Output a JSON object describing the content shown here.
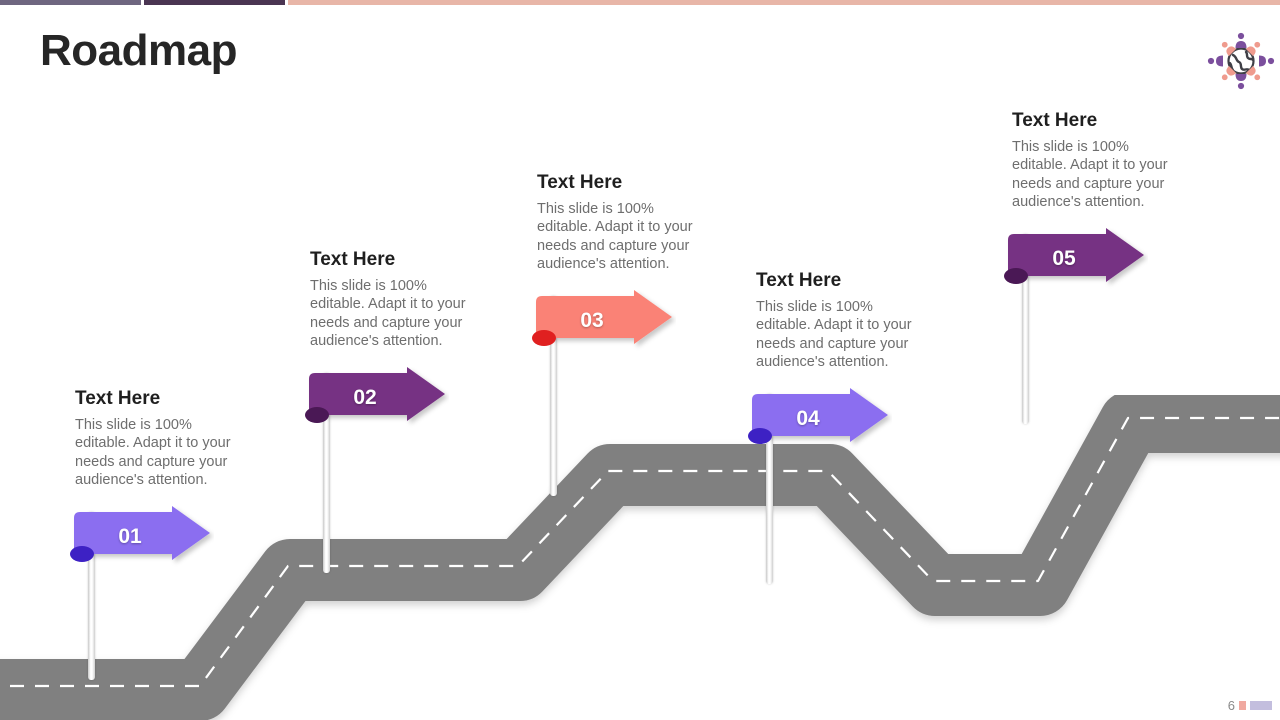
{
  "slide": {
    "title": "Roadmap",
    "page_number": "6",
    "background_color": "#ffffff"
  },
  "topbar": {
    "segments": [
      {
        "name": "segment-muted-purple",
        "color": "#6f6680"
      },
      {
        "name": "segment-dark-purple",
        "color": "#4a3552"
      },
      {
        "name": "segment-salmon",
        "color": "#e8b6a8"
      }
    ]
  },
  "logo": {
    "name": "globe-people-logo",
    "globe_color": "#3f3f46",
    "person_colors": [
      "#7b4f9d",
      "#ef9b8e"
    ]
  },
  "road": {
    "fill_color": "#808080",
    "dash_color": "#ffffff",
    "pole_color": "#f2f2f2"
  },
  "milestones": [
    {
      "number": "01",
      "heading": "Text Here",
      "body": "This slide is 100% editable. Adapt it to your needs and capture your audience's attention.",
      "flag_color": "#8b6ef0",
      "fold_color": "#3d21c4"
    },
    {
      "number": "02",
      "heading": "Text Here",
      "body": "This slide is 100% editable. Adapt it to your needs and capture your audience's attention.",
      "flag_color": "#763183",
      "fold_color": "#4a1855"
    },
    {
      "number": "03",
      "heading": "Text Here",
      "body": "This slide is 100% editable. Adapt it to your needs and capture your audience's attention.",
      "flag_color": "#fa8276",
      "fold_color": "#e02020"
    },
    {
      "number": "04",
      "heading": "Text Here",
      "body": "This slide is 100% editable. Adapt it to your needs and capture your audience's attention.",
      "flag_color": "#8b6ef0",
      "fold_color": "#3d21c4"
    },
    {
      "number": "05",
      "heading": "Text Here",
      "body": "This slide is 100% editable. Adapt it to your needs and capture your audience's attention.",
      "flag_color": "#763183",
      "fold_color": "#4a1855"
    }
  ]
}
